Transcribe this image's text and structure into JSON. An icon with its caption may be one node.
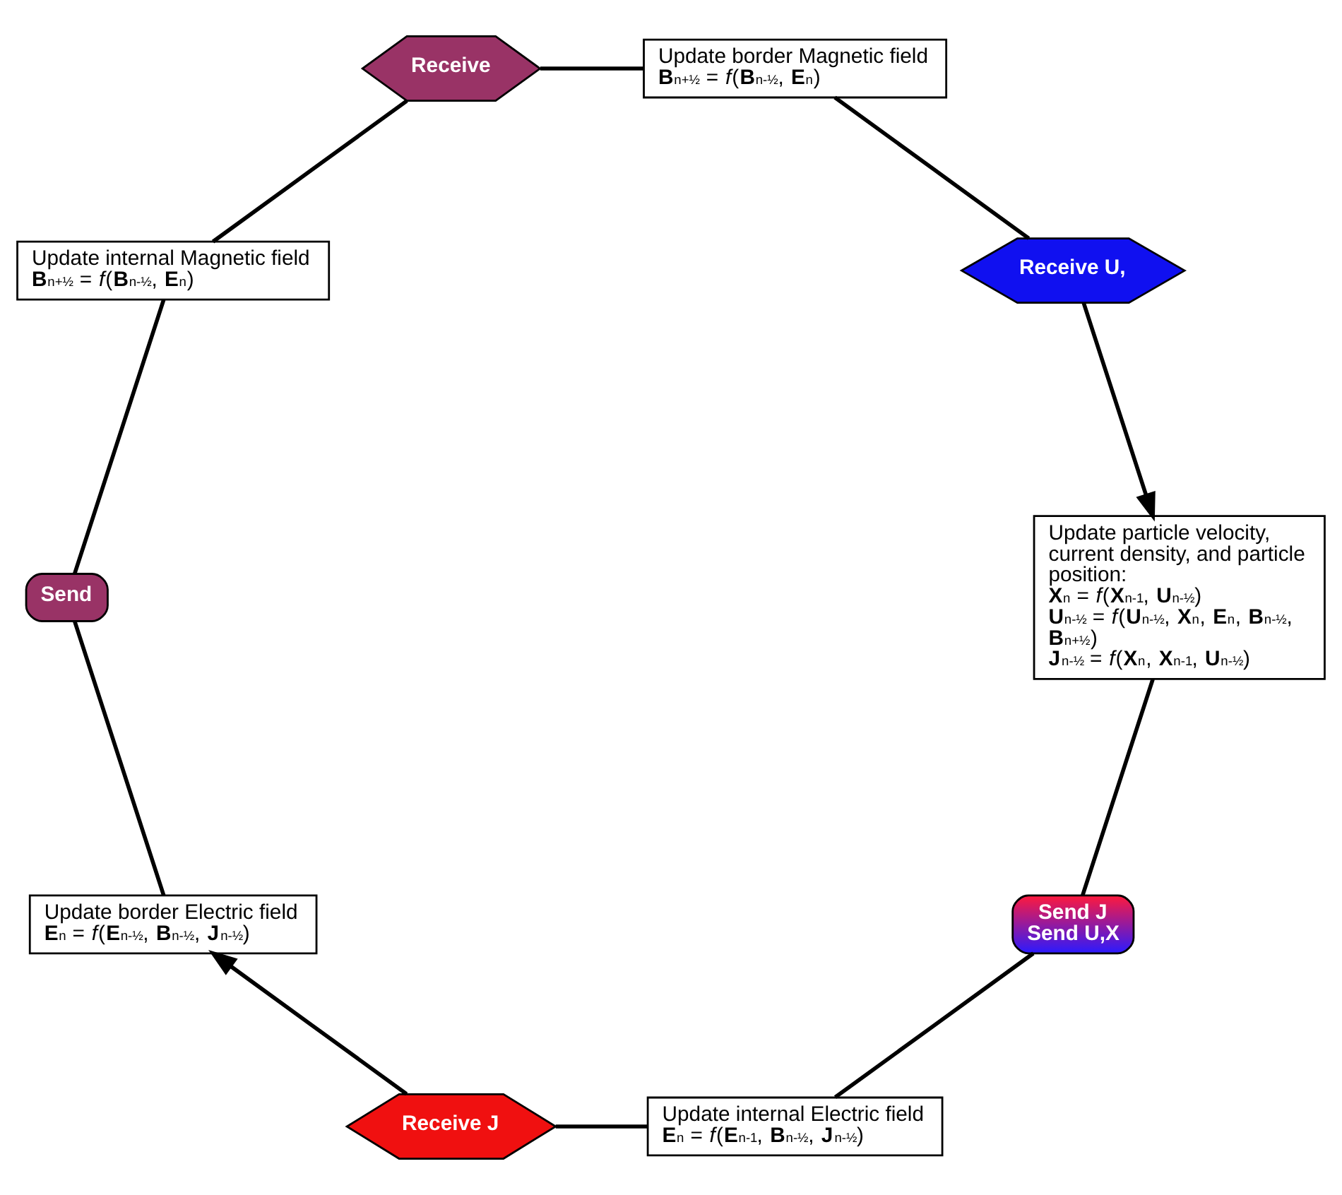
{
  "diagram": {
    "nodes": [
      {
        "text": [
          "Send J",
          "Send U,X"
        ]
      },
      {
        "text": [
          "Update internal Electric field",
          "**E**$^{n}$ = *f*(**E**$^{n-1}$, **B**$^{n-½}$, **J**$^{n-½}$)"
        ]
      },
      {
        "text": [
          "Receive J"
        ]
      },
      {
        "text": [
          "Update border Electric field",
          "**E**$^{n}$ = *f*(**E**$^{n-½}$, **B**$^{n-½}$, **J**$^{n-½}$)"
        ]
      },
      {
        "text": [
          "Send"
        ]
      },
      {
        "text": [
          "Update internal Magnetic field **B**$^{n+½}$ = *f*(**B**$^{n-½}$, **E**$^{n}$)"
        ]
      },
      {
        "text": [
          "Receive"
        ]
      },
      {
        "text": [
          "Update border Magnetic field",
          "**B**$^{n+½}$ = *f*(**B**$^{n-½}$, **E**$^{n}$)"
        ]
      },
      {
        "text": [
          "Receive U,"
        ]
      },
      {
        "text": [
          "Update particle velocity, current density, and particle position:",
          "**X**$^{n}$ = *f*(**X**$^{n-1}$, **U**$^{n-½}$)",
          "**U**$^{n-½}$ = *f*(**U**$^{n-½}$, **X**$^{n}$, **E**$^{n}$, **B**$^{n-½}$, **B**$^{n+½}$)",
          "**J**$^{n-½}$ = *f*(**X**$^{n}$, **X**$^{n-1}$, **U**$^{n-½}$)"
        ]
      }
    ],
    "edges": [
      {
        "from": 0,
        "to": 1,
        "arrow": "none"
      },
      {
        "from": 1,
        "to": 2,
        "arrow": "none"
      },
      {
        "from": 2,
        "to": 3,
        "arrow": "to"
      },
      {
        "from": 3,
        "to": 4,
        "arrow": "none"
      },
      {
        "from": 4,
        "to": 5,
        "arrow": "none"
      },
      {
        "from": 5,
        "to": 6,
        "arrow": "none"
      },
      {
        "from": 6,
        "to": 7,
        "arrow": "none"
      },
      {
        "from": 7,
        "to": 8,
        "arrow": "none"
      },
      {
        "from": 8,
        "to": 9,
        "arrow": "to"
      },
      {
        "from": 9,
        "to": 0,
        "arrow": "none"
      }
    ]
  }
}
